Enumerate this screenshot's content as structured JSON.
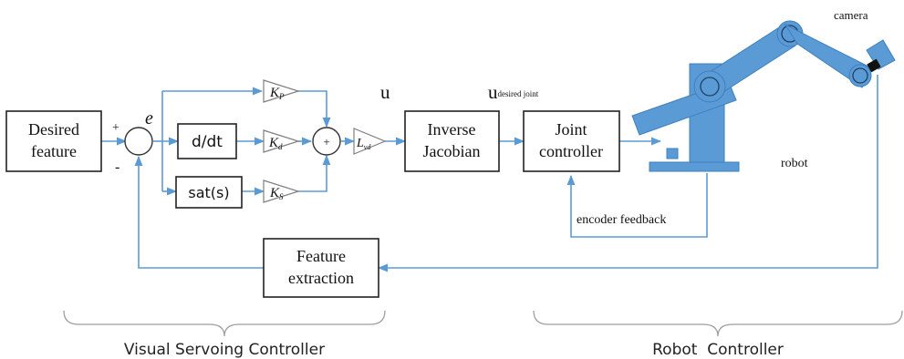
{
  "blocks": {
    "desired_feature": [
      "Desired",
      "feature"
    ],
    "ddt": "d/dt",
    "sat": "sat(s)",
    "inverse_jacobian": [
      "Inverse",
      "Jacobian"
    ],
    "joint_controller": [
      "Joint",
      "controller"
    ],
    "feature_extraction": [
      "Feature",
      "extraction"
    ]
  },
  "gains": {
    "kp": {
      "base": "K",
      "sub": "P"
    },
    "kd": {
      "base": "K",
      "sub": "d"
    },
    "ks": {
      "base": "K",
      "sub": "S"
    },
    "lvd": {
      "base": "L",
      "sub": "vd"
    }
  },
  "signals": {
    "error": "e",
    "plus": "+",
    "minus": "-",
    "sum_plus": "+",
    "u": "u",
    "u_desired_base": "u",
    "u_desired_sub": "desired joint"
  },
  "labels": {
    "camera": "camera",
    "robot": "robot",
    "encoder_feedback": "encoder feedback"
  },
  "sections": {
    "visual_servoing": "Visual Servoing Controller",
    "robot_controller": "Robot  Controller"
  },
  "colors": {
    "wire": "#5b9bd5",
    "robot_body": "#5b9bd5",
    "block_border": "#222222",
    "brace": "#9e9e9e"
  }
}
